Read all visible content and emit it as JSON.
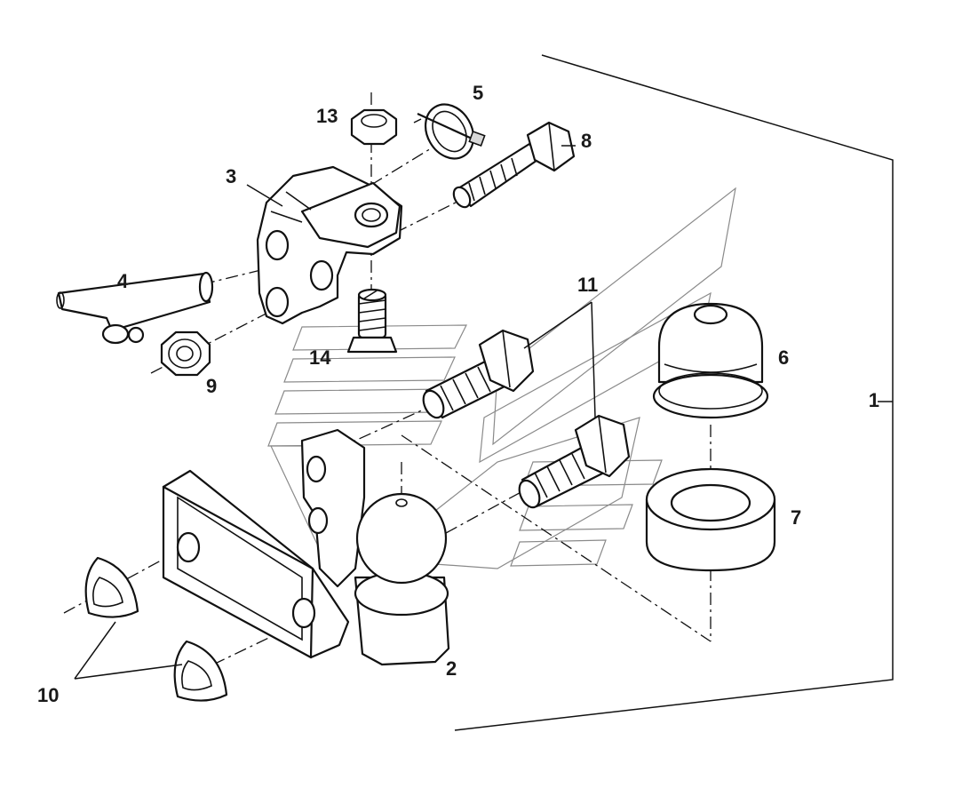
{
  "diagram": {
    "callouts": [
      {
        "id": "c1",
        "label": "1"
      },
      {
        "id": "c2",
        "label": "2"
      },
      {
        "id": "c3",
        "label": "3"
      },
      {
        "id": "c4",
        "label": "4"
      },
      {
        "id": "c5",
        "label": "5"
      },
      {
        "id": "c6",
        "label": "6"
      },
      {
        "id": "c7",
        "label": "7"
      },
      {
        "id": "c8",
        "label": "8"
      },
      {
        "id": "c9",
        "label": "9"
      },
      {
        "id": "c10",
        "label": "10"
      },
      {
        "id": "c11",
        "label": "11"
      },
      {
        "id": "c13",
        "label": "13"
      },
      {
        "id": "c14",
        "label": "14"
      }
    ]
  }
}
